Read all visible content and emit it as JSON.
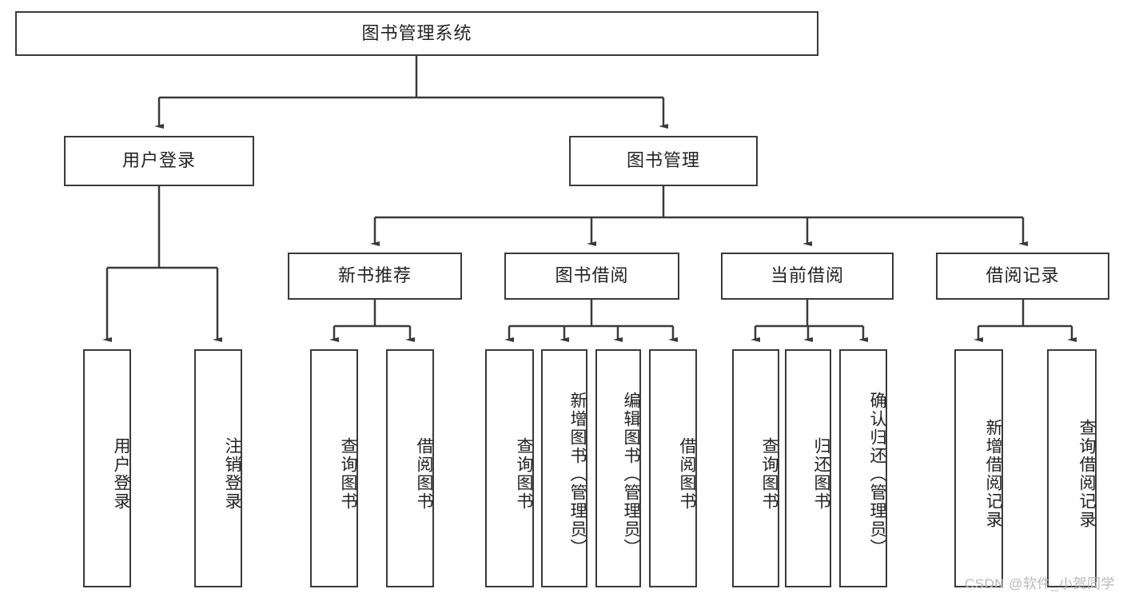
{
  "diagram": {
    "type": "tree",
    "title": "图书管理系统",
    "root": {
      "label": "图书管理系统"
    },
    "level2": [
      {
        "label": "用户登录"
      },
      {
        "label": "图书管理"
      }
    ],
    "level3": [
      {
        "label": "新书推荐"
      },
      {
        "label": "图书借阅"
      },
      {
        "label": "当前借阅"
      },
      {
        "label": "借阅记录"
      }
    ],
    "leaves": {
      "user_login": [
        {
          "label": "用户登录"
        },
        {
          "label": "注销登录"
        }
      ],
      "new_book_recommend": [
        {
          "label": "查询图书"
        },
        {
          "label": "借阅图书"
        }
      ],
      "book_borrow": [
        {
          "label": "查询图书"
        },
        {
          "label": "新增图书（管理员）"
        },
        {
          "label": "编辑图书（管理员）"
        },
        {
          "label": "借阅图书"
        }
      ],
      "current_borrow": [
        {
          "label": "查询图书"
        },
        {
          "label": "归还图书"
        },
        {
          "label": "确认归还（管理员）"
        }
      ],
      "borrow_record": [
        {
          "label": "新增借阅记录"
        },
        {
          "label": "查询借阅记录"
        }
      ]
    },
    "colors": {
      "stroke": "#3a3a3a",
      "box_fill": "#ffffff",
      "text": "#222222",
      "watermark": "#b9b9b9"
    }
  },
  "watermark": {
    "text": "CSDN @软件_小贺同学"
  }
}
